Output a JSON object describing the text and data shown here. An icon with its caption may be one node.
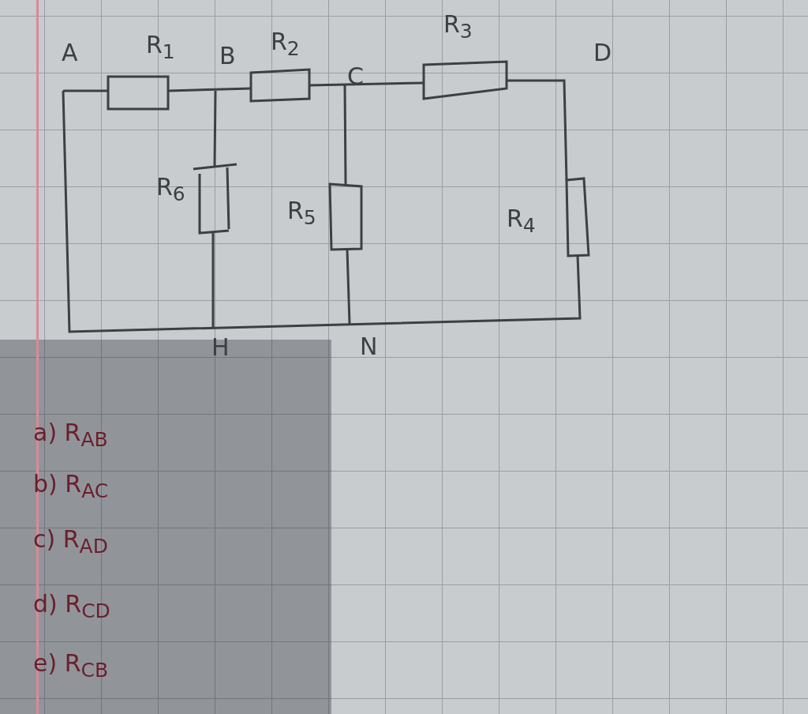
{
  "diagram": {
    "labels": [
      "A",
      "R$_{1}$",
      "B",
      "R$_{2}$",
      "C",
      "R$_{3}$",
      "D",
      "R$_{6}$",
      "R$_{5}$",
      "R$_{4}$",
      "H",
      "N",
      "a) R$_{AB}$",
      "b) R$_{AC}$",
      "c) R$_{AD}$",
      "d) R$_{CD}$",
      "e) R$_{CB}$"
    ]
  }
}
